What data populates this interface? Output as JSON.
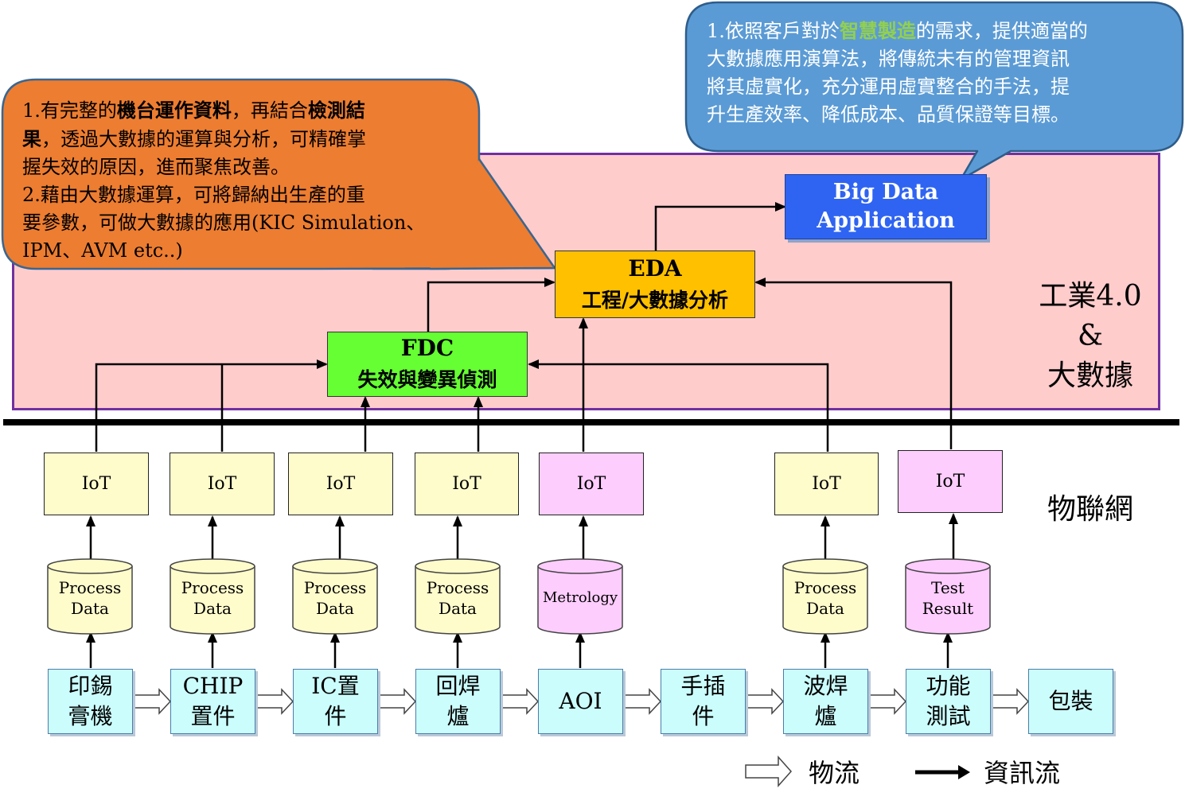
{
  "callouts": {
    "orange": {
      "lines": [
        [
          {
            "t": "1.有完整的",
            "b": false
          },
          {
            "t": "機台運作資料",
            "b": true
          },
          {
            "t": "，再結合",
            "b": false
          },
          {
            "t": "檢測結",
            "b": true
          }
        ],
        [
          {
            "t": "果",
            "b": true
          },
          {
            "t": "，透過大數據的運算與分析，可精確掌",
            "b": false
          }
        ],
        [
          {
            "t": "握失效的原因，進而聚焦改善。",
            "b": false
          }
        ],
        [
          {
            "t": "2.藉由大數據運算，可將歸納出生產的重",
            "b": false
          }
        ],
        [
          {
            "t": "要參數，可做大數據的應用(KIC Simulation、",
            "b": false
          }
        ],
        [
          {
            "t": "IPM、AVM etc..)",
            "b": false
          }
        ]
      ]
    },
    "blue": {
      "lines": [
        [
          {
            "t": "1.依照客戶對於",
            "h": false
          },
          {
            "t": "智慧製造",
            "h": true
          },
          {
            "t": "的需求，提供適當的",
            "h": false
          }
        ],
        [
          {
            "t": "大數據應用演算法，將傳統未有的管理資訊",
            "h": false
          }
        ],
        [
          {
            "t": "將其虛實化，充分運用虛實整合的手法，提",
            "h": false
          }
        ],
        [
          {
            "t": "升生產效率、降低成本、品質保證等目標。",
            "h": false
          }
        ]
      ]
    }
  },
  "top_boxes": {
    "big_data": {
      "line1": "Big Data",
      "line2": "Application"
    },
    "eda": {
      "line1": "EDA",
      "line2": "工程/大數據分析"
    },
    "fdc": {
      "line1": "FDC",
      "line2": "失效與變異偵測"
    }
  },
  "layer_labels": {
    "industry_line1": "工業4.0",
    "industry_line2": "&",
    "industry_line3": "大數據",
    "iot_network": "物聯網"
  },
  "iot_boxes": [
    "IoT",
    "IoT",
    "IoT",
    "IoT",
    "IoT",
    "IoT",
    "IoT"
  ],
  "databases": [
    {
      "line1": "Process",
      "line2": "Data"
    },
    {
      "line1": "Process",
      "line2": "Data"
    },
    {
      "line1": "Process",
      "line2": "Data"
    },
    {
      "line1": "Process",
      "line2": "Data"
    },
    {
      "line1": "Metrology",
      "line2": ""
    },
    {
      "line1": "Process",
      "line2": "Data"
    },
    {
      "line1": "Test",
      "line2": "Result"
    }
  ],
  "process_steps": [
    {
      "line1": "印錫",
      "line2": "膏機"
    },
    {
      "line1": "CHIP",
      "line2": "置件"
    },
    {
      "line1": "IC置",
      "line2": "件"
    },
    {
      "line1": "回焊",
      "line2": "爐"
    },
    {
      "line1": "AOI",
      "line2": ""
    },
    {
      "line1": "手插",
      "line2": "件"
    },
    {
      "line1": "波焊",
      "line2": "爐"
    },
    {
      "line1": "功能",
      "line2": "測試"
    },
    {
      "line1": "包裝",
      "line2": ""
    }
  ],
  "legend": {
    "material_flow": "物流",
    "info_flow": "資訊流"
  },
  "colors": {
    "industry_bg": "#ffcccc",
    "industry_border": "#7030a0",
    "orange_callout": "#ed7d31",
    "blue_callout": "#5b9bd5",
    "highlight_text": "#92d050",
    "big_data_box": "#2f64f2",
    "eda_box": "#ffc000",
    "fdc_box": "#66ff33",
    "iot_yellow": "#fffccc",
    "iot_pink": "#fdcdfd",
    "process_box": "#ccfdfd"
  }
}
